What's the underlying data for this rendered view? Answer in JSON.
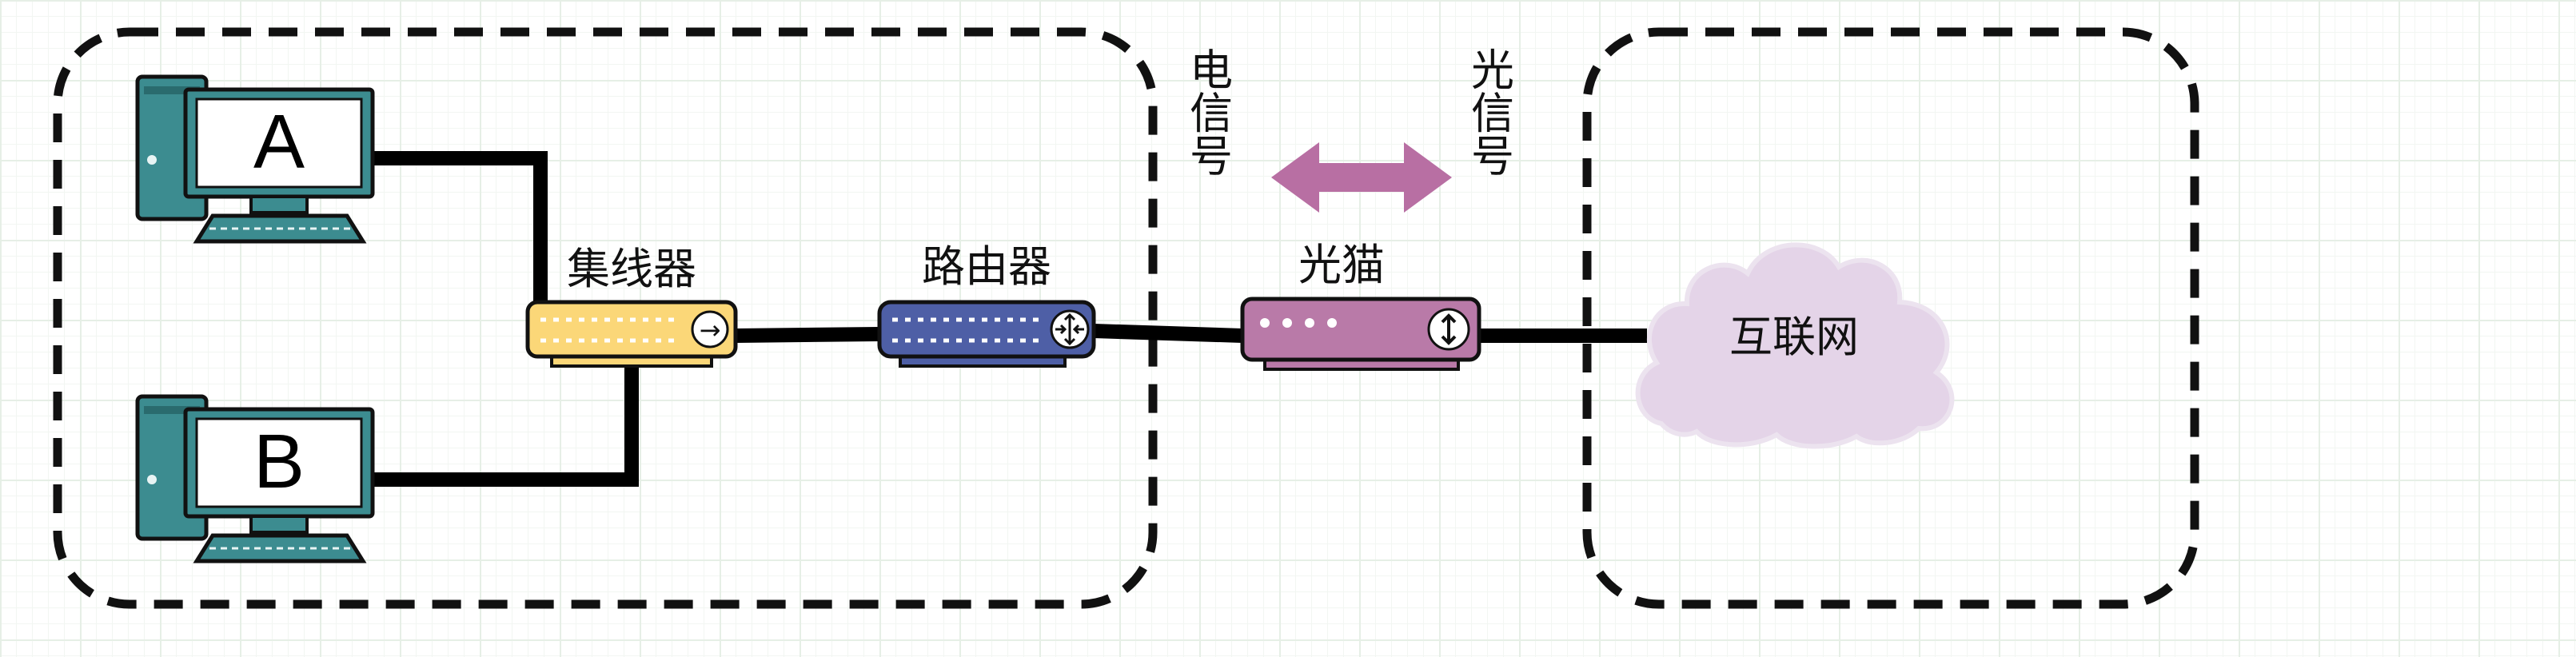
{
  "computers": [
    {
      "label": "A"
    },
    {
      "label": "B"
    }
  ],
  "devices": {
    "hub": {
      "label": "集线器",
      "port_glyph": "→"
    },
    "router": {
      "label": "路由器"
    },
    "modem": {
      "label": "光猫"
    }
  },
  "signals": {
    "electrical": "电信号",
    "optical": "光信号"
  },
  "cloud": {
    "label": "互联网"
  },
  "colors": {
    "computer_teal": "#3c8c90",
    "hub_yellow": "#fbd778",
    "router_blue": "#4e5fa6",
    "modem_purple": "#b97aa8",
    "arrow_pink": "#b86fa3",
    "cloud_lilac": "#e4d4e8"
  }
}
